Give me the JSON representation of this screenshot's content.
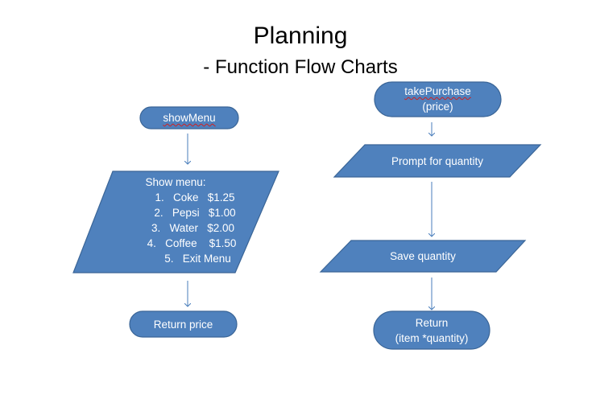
{
  "title": "Planning",
  "subtitle": "- Function Flow Charts",
  "left_flow": {
    "start": "showMenu",
    "menu_heading": "Show menu:",
    "menu_items": [
      "1.   Coke   $1.25",
      "2.   Pepsi   $1.00",
      "3.   Water   $2.00",
      "4.   Coffee    $1.50",
      "5.   Exit Menu"
    ],
    "end": "Return price"
  },
  "right_flow": {
    "start_line1": "takePurchase",
    "start_line2": "(price)",
    "step1": "Prompt for quantity",
    "step2": "Save quantity",
    "end_line1": "Return",
    "end_line2": "(item *quantity)"
  },
  "colors": {
    "shape_fill": "#4f81bd",
    "shape_stroke": "#3a6597",
    "arrow": "#4a7ebb",
    "text": "#ffffff"
  }
}
